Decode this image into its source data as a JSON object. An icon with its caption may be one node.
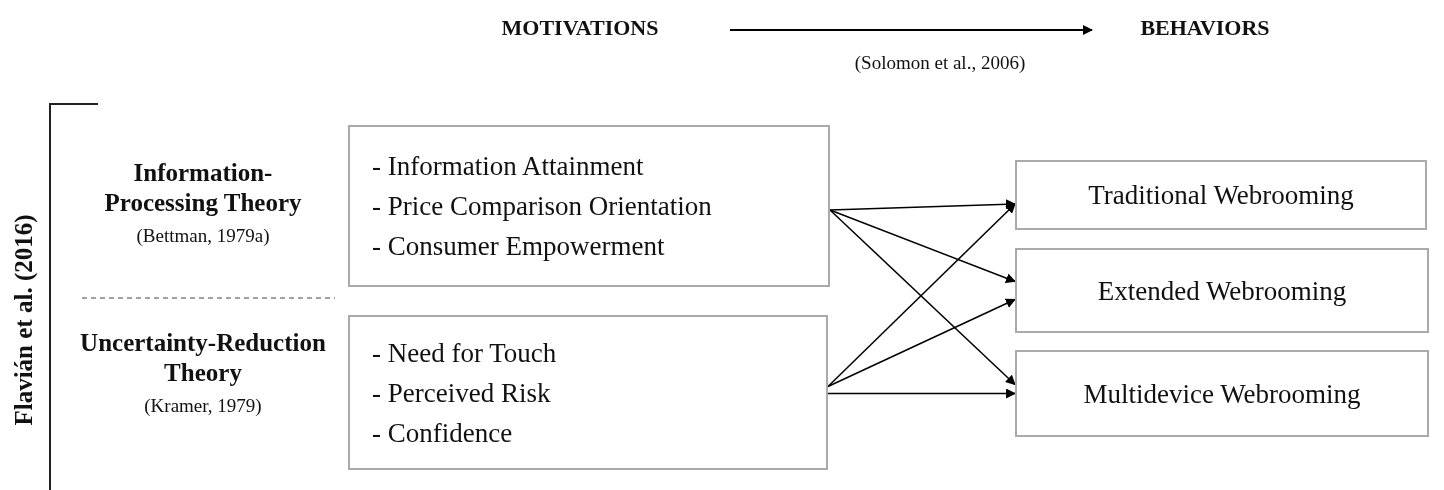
{
  "diagram": {
    "nodes": [
      {
        "text": [
          "MOTIVATIONS"
        ]
      },
      {
        "text": [
          "BEHAVIORS"
        ]
      },
      {
        "text": [
          "- Information Attainment",
          "- Price Comparison Orientation",
          "- Consumer Empowerment"
        ],
        "beside": [
          "Information-Processing Theory",
          "(Bettman, 1979a)"
        ]
      },
      {
        "text": [
          "- Need for Touch",
          "- Perceived Risk",
          "- Confidence"
        ],
        "beside": [
          "Uncertainty-Reduction Theory",
          "(Kramer, 1979)"
        ]
      },
      {
        "text": [
          "Traditional Webrooming"
        ]
      },
      {
        "text": [
          "Extended Webrooming"
        ]
      },
      {
        "text": [
          "Multidevice Webrooming"
        ]
      }
    ],
    "edges": [
      {
        "from": 0,
        "to": 1,
        "arrow": "to",
        "label": "(Solomon et al., 2006)"
      },
      {
        "from": 2,
        "to": 4,
        "arrow": "to"
      },
      {
        "from": 2,
        "to": 5,
        "arrow": "to"
      },
      {
        "from": 2,
        "to": 6,
        "arrow": "to"
      },
      {
        "from": 3,
        "to": 4,
        "arrow": "to"
      },
      {
        "from": 3,
        "to": 5,
        "arrow": "to"
      },
      {
        "from": 3,
        "to": 6,
        "arrow": "to"
      }
    ],
    "labels": [
      "Flavián et al. (2016)"
    ]
  }
}
